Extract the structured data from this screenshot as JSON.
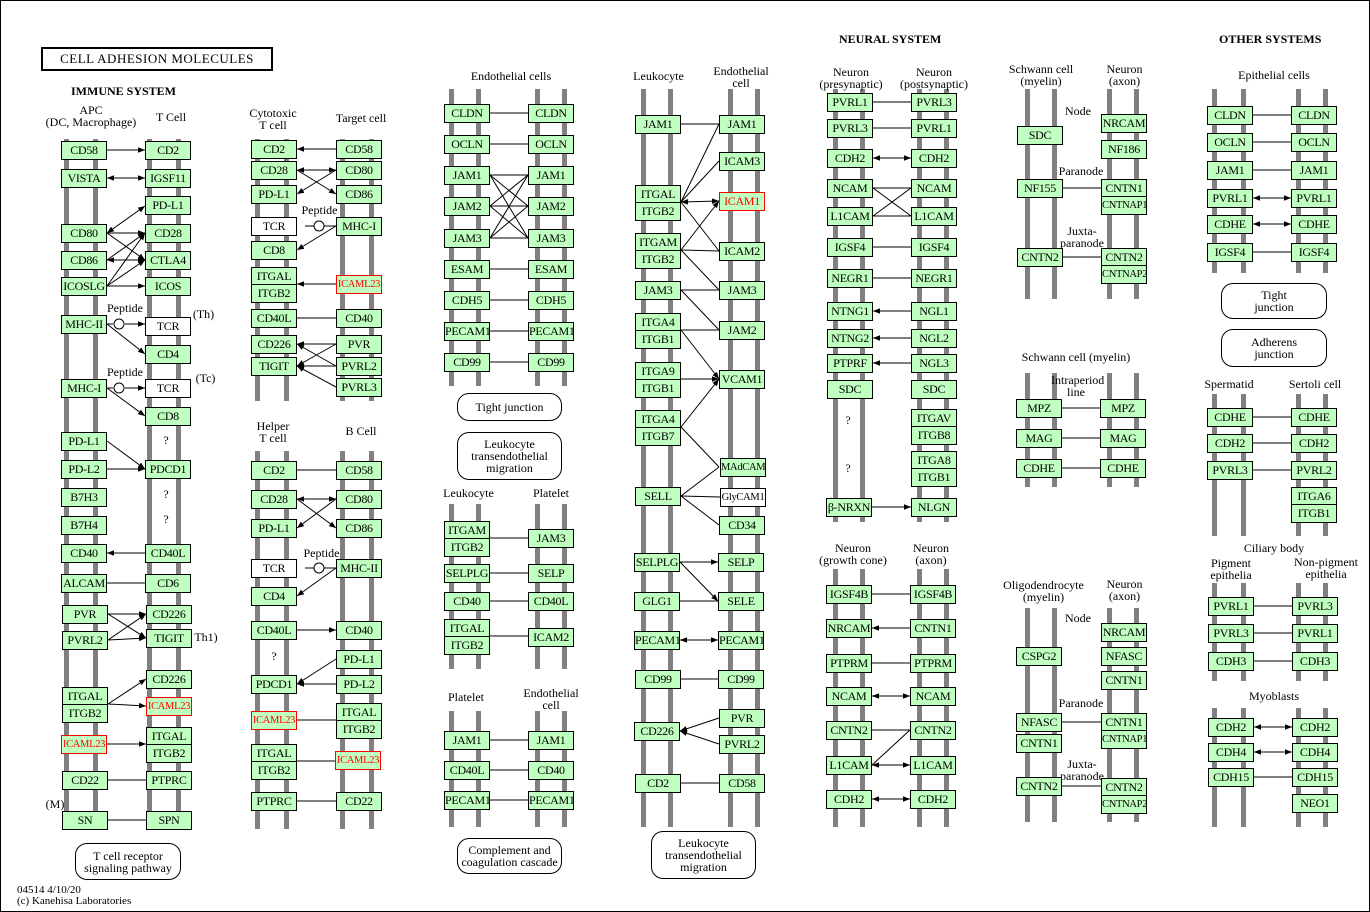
{
  "title": "CELL ADHESION MOLECULES",
  "sections": {
    "immune": "IMMUNE SYSTEM",
    "neural": "NEURAL SYSTEM",
    "other": "OTHER SYSTEMS"
  },
  "colors": {
    "gene_fill": "#bfffbf",
    "highlight": "#ff0000",
    "lane": "#808080"
  },
  "footer": {
    "id_date": "04514 4/10/20",
    "copyright": "(c) Kanehisa Laboratories"
  },
  "labels": {
    "apc": "APC\n(DC, Macrophage)",
    "tcell": "T Cell",
    "cytotoxic": "Cytotoxic\nT cell",
    "target": "Target cell",
    "helper": "Helper\nT cell",
    "bcell": "B Cell",
    "endo_cells": "Endothelial cells",
    "leuko1": "Leukocyte",
    "platelet1": "Platelet",
    "platelet2": "Platelet",
    "endo_cell2": "Endothelial\ncell",
    "leuko2": "Leukocyte",
    "endo_cell3": "Endothelial\ncell",
    "pre": "Neuron\n(presynaptic)",
    "post": "Neuron\n(postsynaptic)",
    "growth": "Neuron\n(growth cone)",
    "axon1": "Neuron\n(axon)",
    "schwann1": "Schwann cell\n(myelin)",
    "axon2": "Neuron\n(axon)",
    "schwann2": "Schwann cell (myelin)",
    "oligo": "Oligodendrocyte\n(myelin)",
    "axon3": "Neuron\n(axon)",
    "epithelial": "Epithelial cells",
    "spermatid": "Spermatid",
    "sertoli": "Sertoli cell",
    "ciliary": "Ciliary body",
    "pigment": "Pigment\nepithelia",
    "nonpigment": "Non-pigment\nepithelia",
    "myoblasts": "Myoblasts",
    "peptide": "Peptide",
    "th": "(Th)",
    "tc": "(Tc)",
    "th1": "Th1)",
    "m": "(M)",
    "q": "?",
    "node": "Node",
    "paranode": "Paranode",
    "juxta": "Juxta-\nparanode",
    "intraperiod": "Intraperiod\nline"
  },
  "pathways": {
    "tcr": "T cell receptor\nsignaling pathway",
    "tight1": "Tight junction",
    "lte1": "Leukocyte\ntransendothelial\nmigration",
    "complement": "Complement and\ncoagulation cascade",
    "lte2": "Leukocyte\ntransendothelial\nmigration",
    "tight2": "Tight\njunction",
    "adherens": "Adherens\njunction"
  },
  "genes": {
    "a1": "CD58",
    "a2": "VISTA",
    "a3": "CD80",
    "a4": "CD86",
    "a5": "ICOSLG",
    "a6": "MHC-II",
    "a7": "MHC-I",
    "a8": "PD-L1",
    "a9": "PD-L2",
    "a10": "B7H3",
    "a11": "B7H4",
    "a12": "CD40",
    "a13": "ALCAM",
    "a14": "PVR",
    "a15": "PVRL2",
    "a16": "ITGAL",
    "a17": "ITGB2",
    "a18": "ICAML23",
    "a19": "CD22",
    "a20": "SN",
    "t1": "CD2",
    "t2": "IGSF11",
    "t3": "PD-L1",
    "t4": "CD28",
    "t5": "CTLA4",
    "t6": "ICOS",
    "t7": "TCR",
    "t8": "CD4",
    "t9": "TCR",
    "t10": "CD8",
    "t11": "PDCD1",
    "t12": "CD40L",
    "t13": "CD6",
    "t14": "CD226",
    "t15": "TIGIT",
    "t16": "CD226",
    "t17": "ICAML23",
    "t18": "ITGAL",
    "t19": "ITGB2",
    "t20": "PTPRC",
    "t21": "SPN",
    "c1": "CD2",
    "c2": "CD28",
    "c3": "PD-L1",
    "c4": "TCR",
    "c5": "CD8",
    "c6": "ITGAL",
    "c7": "ITGB2",
    "c8": "CD40L",
    "c9": "CD226",
    "c10": "TIGIT",
    "g1": "CD58",
    "g2": "CD80",
    "g3": "CD86",
    "g4": "MHC-I",
    "g5": "ICAML23",
    "g6": "CD40",
    "g7": "PVR",
    "g8": "PVRL2",
    "g9": "PVRL3",
    "h1": "CD2",
    "h2": "CD28",
    "h3": "PD-L1",
    "h4": "TCR",
    "h5": "CD4",
    "h6": "CD40L",
    "h7": "PDCD1",
    "h8": "ICAML23",
    "h9": "ITGAL",
    "h10": "ITGB2",
    "h11": "PTPRC",
    "b1": "CD58",
    "b2": "CD80",
    "b3": "CD86",
    "b4": "MHC-II",
    "b5": "CD40",
    "b6": "PD-L1",
    "b7": "PD-L2",
    "b8": "ITGAL",
    "b9": "ITGB2",
    "b10": "ICAML23",
    "b11": "CD22",
    "e1": "CLDN",
    "e2": "OCLN",
    "e3": "JAM1",
    "e4": "JAM2",
    "e5": "JAM3",
    "e6": "ESAM",
    "e7": "CDH5",
    "e8": "PECAM1",
    "e9": "CD99",
    "f1": "CLDN",
    "f2": "OCLN",
    "f3": "JAM1",
    "f4": "JAM2",
    "f5": "JAM3",
    "f6": "ESAM",
    "f7": "CDH5",
    "f8": "PECAM1",
    "f9": "CD99",
    "l1": "ITGAM",
    "l2": "ITGB2",
    "l3": "SELPLG",
    "l4": "CD40",
    "l5": "ITGAL",
    "l6": "ITGB2",
    "p1": "JAM3",
    "p2": "SELP",
    "p3": "CD40L",
    "p4": "ICAM2",
    "q1": "JAM1",
    "q2": "CD40L",
    "q3": "PECAM1",
    "r1": "JAM1",
    "r2": "CD40",
    "r3": "PECAM1",
    "k1": "JAM1",
    "k2": "ITGAL",
    "k3": "ITGB2",
    "k4": "ITGAM",
    "k5": "ITGB2",
    "k6": "JAM3",
    "k7": "ITGA4",
    "k8": "ITGB1",
    "k9": "ITGA9",
    "k10": "ITGB1",
    "k11": "ITGA4",
    "k12": "ITGB7",
    "k13": "SELL",
    "k14": "SELPLG",
    "k15": "GLG1",
    "k16": "PECAM1",
    "k17": "CD99",
    "k18": "CD226",
    "k19": "CD2",
    "n1": "JAM1",
    "n2": "ICAM3",
    "n3": "ICAM1",
    "n4": "ICAM2",
    "n5": "JAM3",
    "n6": "JAM2",
    "n7": "VCAM1",
    "n8": "MAdCAM1",
    "n9": "GlyCAM1",
    "n10": "CD34",
    "n11": "SELP",
    "n12": "SELE",
    "n13": "PECAM1",
    "n14": "CD99",
    "n15": "PVR",
    "n16": "PVRL2",
    "n17": "CD58",
    "s1": "PVRL1",
    "s2": "PVRL3",
    "s3": "CDH2",
    "s4": "NCAM",
    "s5": "L1CAM",
    "s6": "IGSF4",
    "s7": "NEGR1",
    "s8": "NTNG1",
    "s9": "NTNG2",
    "s10": "PTPRF",
    "s11": "SDC",
    "s12": "β-NRXN",
    "u1": "PVRL3",
    "u2": "PVRL1",
    "u3": "CDH2",
    "u4": "NCAM",
    "u5": "L1CAM",
    "u6": "IGSF4",
    "u7": "NEGR1",
    "u8": "NGL1",
    "u9": "NGL2",
    "u10": "NGL3",
    "u11": "SDC",
    "u12": "ITGAV",
    "u13": "ITGB8",
    "u14": "ITGA8",
    "u15": "ITGB1",
    "u16": "NLGN",
    "gc1": "IGSF4B",
    "gc2": "NRCAM",
    "gc3": "PTPRM",
    "gc4": "NCAM",
    "gc5": "CNTN2",
    "gc6": "L1CAM",
    "gc7": "CDH2",
    "ax1": "IGSF4B",
    "ax2": "CNTN1",
    "ax3": "PTPRM",
    "ax4": "NCAM",
    "ax5": "CNTN2",
    "ax6": "L1CAM",
    "ax7": "CDH2",
    "sw1": "SDC",
    "sw2": "NF155",
    "sw3": "CNTN2",
    "ay1": "NRCAM",
    "ay2": "NF186",
    "ay3": "CNTN1",
    "ay4": "CNTNAP1",
    "ay5": "CNTN2",
    "ay6": "CNTNAP2",
    "my1": "MPZ",
    "my2": "MAG",
    "my3": "CDHE",
    "mz1": "MPZ",
    "mz2": "MAG",
    "mz3": "CDHE",
    "ol1": "CSPG2",
    "ol2": "NFASC",
    "ol3": "CNTN1",
    "ol4": "CNTN2",
    "az1": "NRCAM",
    "az2": "NFASC",
    "az3": "CNTN1",
    "az4": "CNTN1",
    "az5": "CNTNAP1",
    "az6": "CNTN2",
    "az7": "CNTNAP2",
    "ep1": "CLDN",
    "ep2": "OCLN",
    "ep3": "JAM1",
    "ep4": "PVRL1",
    "ep5": "CDHE",
    "ep6": "IGSF4",
    "eq1": "CLDN",
    "eq2": "OCLN",
    "eq3": "JAM1",
    "eq4": "PVRL1",
    "eq5": "CDHE",
    "eq6": "IGSF4",
    "sp1": "CDHE",
    "sp2": "CDH2",
    "sp3": "PVRL3",
    "se1": "CDHE",
    "se2": "CDH2",
    "se3": "PVRL2",
    "se4": "ITGA6",
    "se5": "ITGB1",
    "pg1": "PVRL1",
    "pg2": "PVRL3",
    "pg3": "CDH3",
    "np1": "PVRL3",
    "np2": "PVRL1",
    "np3": "CDH3",
    "mb1": "CDH2",
    "mb2": "CDH4",
    "mb3": "CDH15",
    "mc1": "CDH2",
    "mc2": "CDH4",
    "mc3": "CDH15",
    "mc4": "NEO1"
  }
}
